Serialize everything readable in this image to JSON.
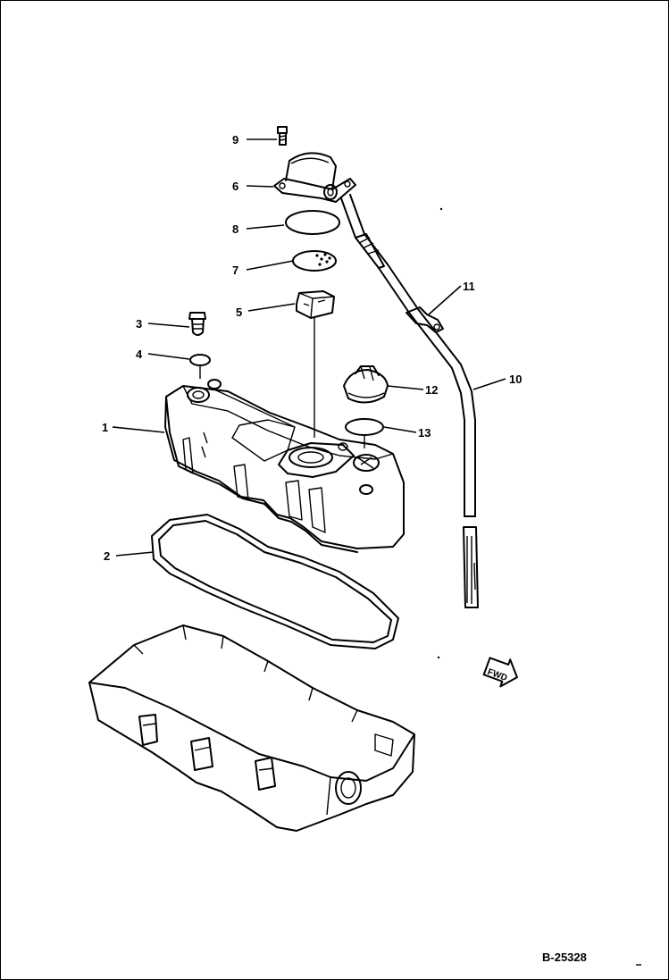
{
  "callouts": {
    "c1": "1",
    "c2": "2",
    "c3": "3",
    "c4": "4",
    "c5": "5",
    "c6": "6",
    "c7": "7",
    "c8": "8",
    "c9": "9",
    "c10": "10",
    "c11": "11",
    "c12": "12",
    "c13": "13"
  },
  "direction_marker": "FWD",
  "drawing_id": "B-25328"
}
